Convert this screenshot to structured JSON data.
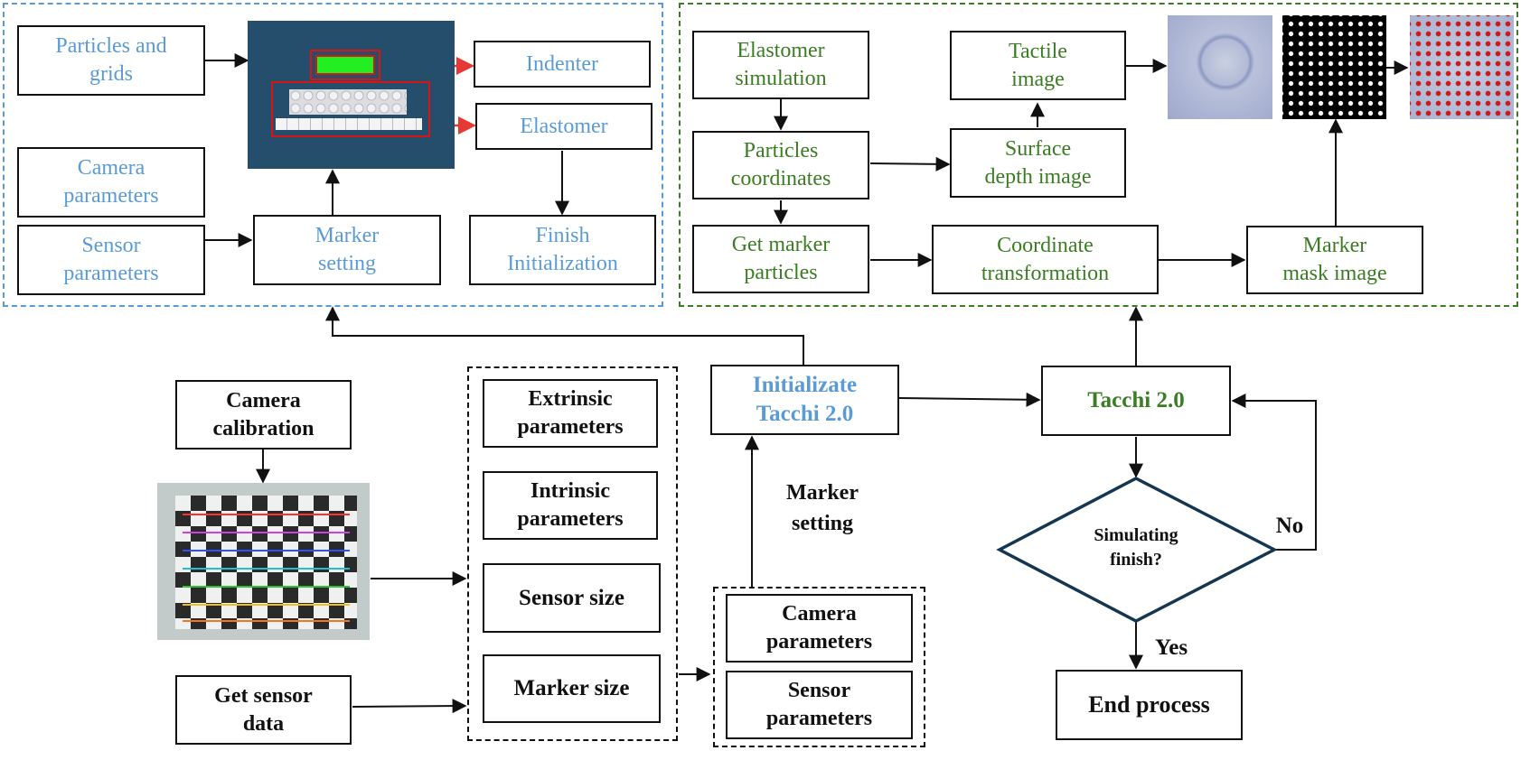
{
  "colors": {
    "blue_text": "#5b9bd5",
    "green_text": "#3b7d23",
    "black_text": "#111111",
    "arrow_red": "#e53935",
    "indenter_green": "#22ee22",
    "panel_navy": "#244e6b",
    "rim_red": "#d81414",
    "diamond_border": "#143650"
  },
  "init_group": {
    "particles_and_grids": "Particles and\ngrids",
    "camera_parameters": "Camera\nparameters",
    "sensor_parameters": "Sensor\nparameters",
    "marker_setting": "Marker\nsetting",
    "indenter": "Indenter",
    "elastomer": "Elastomer",
    "finish_initialization": "Finish\nInitialization"
  },
  "sim_group": {
    "elastomer_simulation": "Elastomer\nsimulation",
    "particles_coordinates": "Particles\ncoordinates",
    "get_marker_particles": "Get marker\nparticles",
    "tactile_image": "Tactile\nimage",
    "surface_depth_image": "Surface\ndepth image",
    "coordinate_transformation": "Coordinate\ntransformation",
    "marker_mask_image": "Marker\nmask image"
  },
  "main_flow": {
    "initializate": "Initializate\nTacchi 2.0",
    "tacchi": "Tacchi 2.0",
    "decision": "Simulating\nfinish?",
    "no_label": "No",
    "yes_label": "Yes",
    "end_process": "End process"
  },
  "calibration": {
    "camera_calibration": "Camera\ncalibration",
    "get_sensor_data": "Get sensor\ndata"
  },
  "param_list": {
    "extrinsic": "Extrinsic\nparameters",
    "intrinsic": "Intrinsic\nparameters",
    "sensor_size": "Sensor size",
    "marker_size": "Marker size"
  },
  "marker_block": {
    "label": "Marker\nsetting",
    "camera_parameters": "Camera\nparameters",
    "sensor_parameters": "Sensor\nparameters"
  }
}
